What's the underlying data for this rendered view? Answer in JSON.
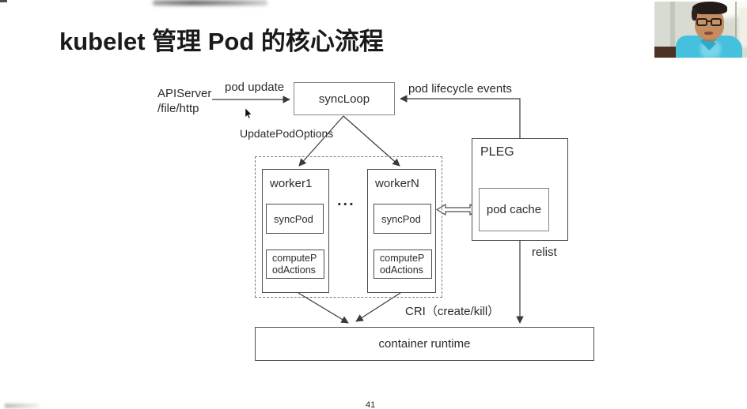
{
  "colors": {
    "diagram_line": "#3a3a3a",
    "box_border": "#4d4d4d",
    "webcam_shirt": "#45c0dd",
    "webcam_skin": "#c58c60",
    "webcam_wall": "#d7dbd2"
  },
  "slide": {
    "title": "kubelet 管理 Pod 的核心流程",
    "page_number": "41"
  },
  "diagram": {
    "api_server_line1": "APIServer",
    "api_server_line2": "/file/http",
    "pod_update": "pod update",
    "pod_lifecycle_events": "pod lifecycle events",
    "update_pod_options": "UpdatePodOptions",
    "sync_loop": "syncLoop",
    "worker1": "worker1",
    "workerN": "workerN",
    "sync_pod": "syncPod",
    "compute_pod_actions_line1": "computeP",
    "compute_pod_actions_line2": "odActions",
    "ellipsis": "...",
    "pleg": "PLEG",
    "pod_cache": "pod cache",
    "relist": "relist",
    "cri": "CRI（create/kill）",
    "container_runtime": "container runtime"
  }
}
